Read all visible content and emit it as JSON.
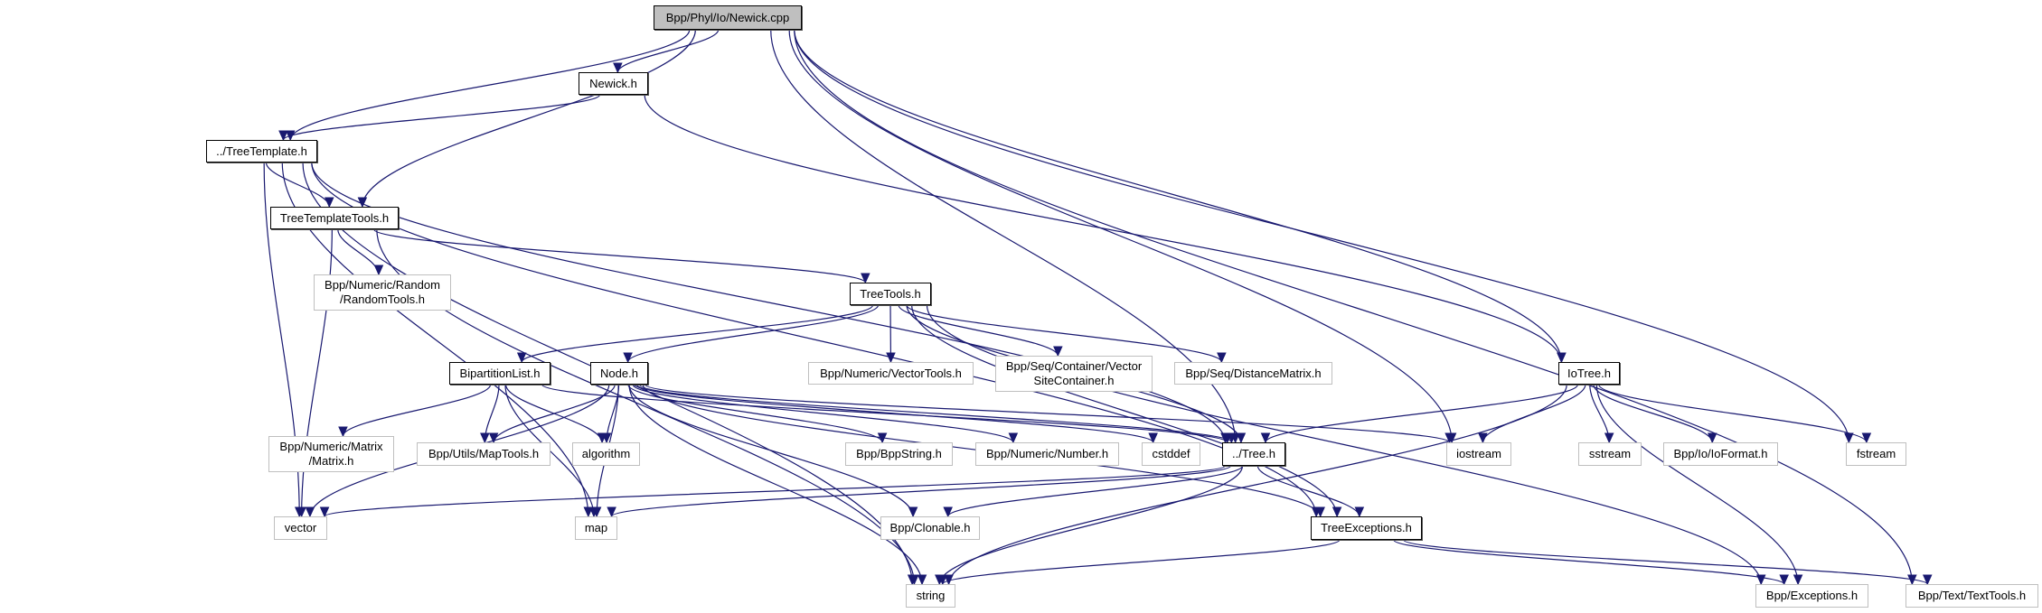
{
  "title": "Bpp/Phyl/Io/Newick.cpp include dependency graph",
  "colors": {
    "edge": "#191970",
    "root_fill": "#bfbfbf",
    "external_border": "#bfbfbf",
    "local_border": "#000000"
  },
  "nodes": [
    {
      "id": "newick_cpp",
      "label": "Bpp/Phyl/Io/Newick.cpp",
      "kind": "root"
    },
    {
      "id": "newick_h",
      "label": "Newick.h",
      "kind": "local"
    },
    {
      "id": "treetemplate_h",
      "label": "../TreeTemplate.h",
      "kind": "local"
    },
    {
      "id": "treetemplatetools_h",
      "label": "TreeTemplateTools.h",
      "kind": "local"
    },
    {
      "id": "randomtools_h",
      "label": "Bpp/Numeric/Random\n/RandomTools.h",
      "kind": "external"
    },
    {
      "id": "treetools_h",
      "label": "TreeTools.h",
      "kind": "local"
    },
    {
      "id": "bipartitionlist_h",
      "label": "BipartitionList.h",
      "kind": "local"
    },
    {
      "id": "node_h",
      "label": "Node.h",
      "kind": "local"
    },
    {
      "id": "vectortools_h",
      "label": "Bpp/Numeric/VectorTools.h",
      "kind": "external"
    },
    {
      "id": "vectorsitecontainer_h",
      "label": "Bpp/Seq/Container/Vector\nSiteContainer.h",
      "kind": "external"
    },
    {
      "id": "distancematrix_h",
      "label": "Bpp/Seq/DistanceMatrix.h",
      "kind": "external"
    },
    {
      "id": "iotree_h",
      "label": "IoTree.h",
      "kind": "local"
    },
    {
      "id": "matrix_h",
      "label": "Bpp/Numeric/Matrix\n/Matrix.h",
      "kind": "external"
    },
    {
      "id": "maptools_h",
      "label": "Bpp/Utils/MapTools.h",
      "kind": "external"
    },
    {
      "id": "algorithm",
      "label": "algorithm",
      "kind": "external"
    },
    {
      "id": "bppstring_h",
      "label": "Bpp/BppString.h",
      "kind": "external"
    },
    {
      "id": "number_h",
      "label": "Bpp/Numeric/Number.h",
      "kind": "external"
    },
    {
      "id": "cstddef",
      "label": "cstddef",
      "kind": "external"
    },
    {
      "id": "tree_h",
      "label": "../Tree.h",
      "kind": "local"
    },
    {
      "id": "iostream",
      "label": "iostream",
      "kind": "external"
    },
    {
      "id": "sstream",
      "label": "sstream",
      "kind": "external"
    },
    {
      "id": "ioformat_h",
      "label": "Bpp/Io/IoFormat.h",
      "kind": "external"
    },
    {
      "id": "fstream",
      "label": "fstream",
      "kind": "external"
    },
    {
      "id": "vector",
      "label": "vector",
      "kind": "external"
    },
    {
      "id": "map",
      "label": "map",
      "kind": "external"
    },
    {
      "id": "clonable_h",
      "label": "Bpp/Clonable.h",
      "kind": "external"
    },
    {
      "id": "treeexceptions_h",
      "label": "TreeExceptions.h",
      "kind": "local"
    },
    {
      "id": "string",
      "label": "string",
      "kind": "external"
    },
    {
      "id": "exceptions_h",
      "label": "Bpp/Exceptions.h",
      "kind": "external"
    },
    {
      "id": "texttools_h",
      "label": "Bpp/Text/TextTools.h",
      "kind": "external"
    }
  ],
  "edges": [
    [
      "newick_cpp",
      "newick_h"
    ],
    [
      "newick_cpp",
      "treetemplate_h"
    ],
    [
      "newick_cpp",
      "treetemplatetools_h"
    ],
    [
      "newick_cpp",
      "tree_h"
    ],
    [
      "newick_cpp",
      "iostream"
    ],
    [
      "newick_cpp",
      "fstream"
    ],
    [
      "newick_cpp",
      "texttools_h"
    ],
    [
      "newick_cpp",
      "iotree_h"
    ],
    [
      "newick_h",
      "treetemplate_h"
    ],
    [
      "newick_h",
      "iotree_h"
    ],
    [
      "treetemplate_h",
      "treetemplatetools_h"
    ],
    [
      "treetemplate_h",
      "tree_h"
    ],
    [
      "treetemplate_h",
      "treeexceptions_h"
    ],
    [
      "treetemplate_h",
      "vector"
    ],
    [
      "treetemplate_h",
      "map"
    ],
    [
      "treetemplate_h",
      "string"
    ],
    [
      "treetemplatetools_h",
      "randomtools_h"
    ],
    [
      "treetemplatetools_h",
      "treetools_h"
    ],
    [
      "treetemplatetools_h",
      "vector"
    ],
    [
      "treetemplatetools_h",
      "string"
    ],
    [
      "treetools_h",
      "bipartitionlist_h"
    ],
    [
      "treetools_h",
      "node_h"
    ],
    [
      "treetools_h",
      "vectortools_h"
    ],
    [
      "treetools_h",
      "vectorsitecontainer_h"
    ],
    [
      "treetools_h",
      "distancematrix_h"
    ],
    [
      "treetools_h",
      "tree_h"
    ],
    [
      "treetools_h",
      "treeexceptions_h"
    ],
    [
      "treetools_h",
      "exceptions_h"
    ],
    [
      "bipartitionlist_h",
      "matrix_h"
    ],
    [
      "bipartitionlist_h",
      "maptools_h"
    ],
    [
      "bipartitionlist_h",
      "algorithm"
    ],
    [
      "bipartitionlist_h",
      "tree_h"
    ],
    [
      "bipartitionlist_h",
      "map"
    ],
    [
      "node_h",
      "maptools_h"
    ],
    [
      "node_h",
      "algorithm"
    ],
    [
      "node_h",
      "vector"
    ],
    [
      "node_h",
      "map"
    ],
    [
      "node_h",
      "string"
    ],
    [
      "node_h",
      "clonable_h"
    ],
    [
      "node_h",
      "bppstring_h"
    ],
    [
      "node_h",
      "number_h"
    ],
    [
      "node_h",
      "cstddef"
    ],
    [
      "node_h",
      "tree_h"
    ],
    [
      "node_h",
      "iostream"
    ],
    [
      "node_h",
      "treeexceptions_h"
    ],
    [
      "iotree_h",
      "tree_h"
    ],
    [
      "iotree_h",
      "iostream"
    ],
    [
      "iotree_h",
      "sstream"
    ],
    [
      "iotree_h",
      "ioformat_h"
    ],
    [
      "iotree_h",
      "fstream"
    ],
    [
      "iotree_h",
      "string"
    ],
    [
      "iotree_h",
      "exceptions_h"
    ],
    [
      "tree_h",
      "vector"
    ],
    [
      "tree_h",
      "map"
    ],
    [
      "tree_h",
      "clonable_h"
    ],
    [
      "tree_h",
      "string"
    ],
    [
      "tree_h",
      "treeexceptions_h"
    ],
    [
      "treeexceptions_h",
      "string"
    ],
    [
      "treeexceptions_h",
      "exceptions_h"
    ],
    [
      "treeexceptions_h",
      "texttools_h"
    ]
  ]
}
